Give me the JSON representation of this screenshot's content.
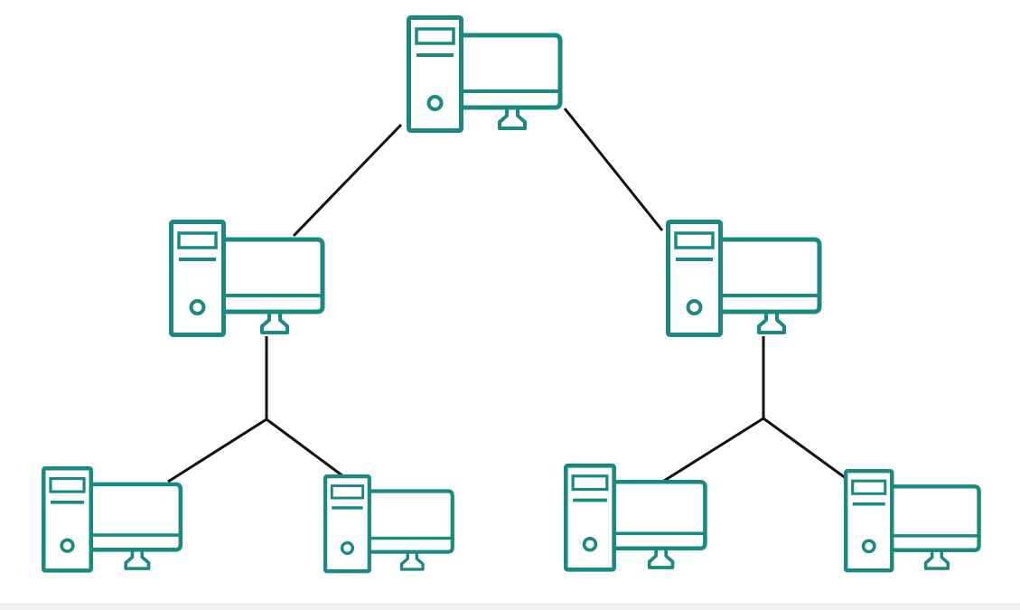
{
  "diagram": {
    "type": "tree-network-topology",
    "colors": {
      "computer": "#1a8a80",
      "link": "#111111",
      "background": "#ffffff"
    },
    "icon": "desktop-computer-icon",
    "nodes": [
      {
        "id": "root",
        "level": 0,
        "icon": "desktop-computer-icon"
      },
      {
        "id": "left-hub",
        "level": 1,
        "icon": "desktop-computer-icon"
      },
      {
        "id": "right-hub",
        "level": 1,
        "icon": "desktop-computer-icon"
      },
      {
        "id": "left-leaf-1",
        "level": 2,
        "icon": "desktop-computer-icon"
      },
      {
        "id": "left-leaf-2",
        "level": 2,
        "icon": "desktop-computer-icon"
      },
      {
        "id": "right-leaf-1",
        "level": 2,
        "icon": "desktop-computer-icon"
      },
      {
        "id": "right-leaf-2",
        "level": 2,
        "icon": "desktop-computer-icon"
      }
    ],
    "links": [
      {
        "from": "root",
        "to": "left-hub"
      },
      {
        "from": "root",
        "to": "right-hub"
      },
      {
        "from": "left-hub",
        "to": "left-leaf-1"
      },
      {
        "from": "left-hub",
        "to": "left-leaf-2"
      },
      {
        "from": "right-hub",
        "to": "right-leaf-1"
      },
      {
        "from": "right-hub",
        "to": "right-leaf-2"
      }
    ]
  }
}
